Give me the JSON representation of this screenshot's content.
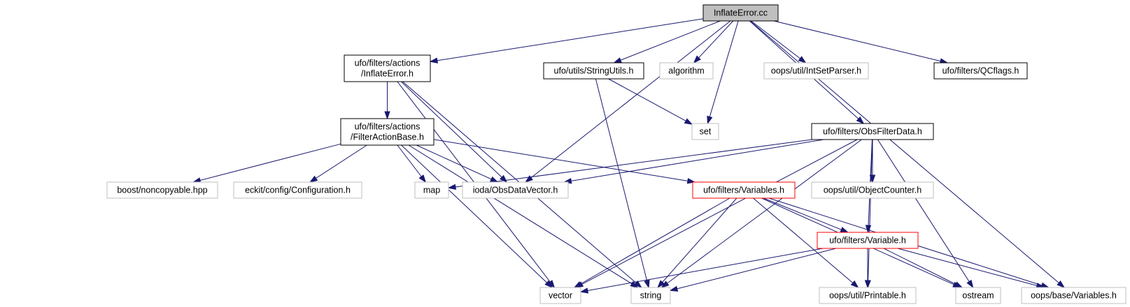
{
  "graph": {
    "title": "",
    "colors": {
      "edge": "#191970",
      "text": "#000000",
      "root_fill": "#bfbfbf",
      "border_main": "#000000",
      "border_ext": "#bfbfbf",
      "border_trunc": "#ff0000",
      "node_fill": "#ffffff"
    },
    "nodes": [
      {
        "id": "root",
        "lines": [
          "InflateError.cc"
        ],
        "style": "root"
      },
      {
        "id": "ie_h",
        "lines": [
          "ufo/filters/actions",
          "/InflateError.h"
        ],
        "style": "main"
      },
      {
        "id": "strutils",
        "lines": [
          "ufo/utils/StringUtils.h"
        ],
        "style": "main"
      },
      {
        "id": "algorithm",
        "lines": [
          "algorithm"
        ],
        "style": "ext"
      },
      {
        "id": "intset",
        "lines": [
          "oops/util/IntSetParser.h"
        ],
        "style": "ext"
      },
      {
        "id": "qcflags",
        "lines": [
          "ufo/filters/QCflags.h"
        ],
        "style": "main"
      },
      {
        "id": "fab",
        "lines": [
          "ufo/filters/actions",
          "/FilterActionBase.h"
        ],
        "style": "main"
      },
      {
        "id": "set",
        "lines": [
          "set"
        ],
        "style": "ext"
      },
      {
        "id": "obsfilter",
        "lines": [
          "ufo/filters/ObsFilterData.h"
        ],
        "style": "main"
      },
      {
        "id": "boost",
        "lines": [
          "boost/noncopyable.hpp"
        ],
        "style": "ext"
      },
      {
        "id": "eckit",
        "lines": [
          "eckit/config/Configuration.h"
        ],
        "style": "ext"
      },
      {
        "id": "map",
        "lines": [
          "map"
        ],
        "style": "ext"
      },
      {
        "id": "ioda",
        "lines": [
          "ioda/ObsDataVector.h"
        ],
        "style": "ext"
      },
      {
        "id": "variables",
        "lines": [
          "ufo/filters/Variables.h"
        ],
        "style": "trunc"
      },
      {
        "id": "objcounter",
        "lines": [
          "oops/util/ObjectCounter.h"
        ],
        "style": "ext"
      },
      {
        "id": "variable",
        "lines": [
          "ufo/filters/Variable.h"
        ],
        "style": "trunc"
      },
      {
        "id": "vector",
        "lines": [
          "vector"
        ],
        "style": "ext"
      },
      {
        "id": "string",
        "lines": [
          "string"
        ],
        "style": "ext"
      },
      {
        "id": "printable",
        "lines": [
          "oops/util/Printable.h"
        ],
        "style": "ext"
      },
      {
        "id": "ostream",
        "lines": [
          "ostream"
        ],
        "style": "ext"
      },
      {
        "id": "oopsvars",
        "lines": [
          "oops/base/Variables.h"
        ],
        "style": "ext"
      }
    ],
    "edges": [
      [
        "root",
        "ie_h"
      ],
      [
        "root",
        "ioda"
      ],
      [
        "root",
        "strutils"
      ],
      [
        "root",
        "algorithm"
      ],
      [
        "root",
        "set"
      ],
      [
        "root",
        "intset"
      ],
      [
        "root",
        "obsfilter"
      ],
      [
        "root",
        "qcflags"
      ],
      [
        "root",
        "oopsvars"
      ],
      [
        "ie_h",
        "fab"
      ],
      [
        "ie_h",
        "ioda"
      ],
      [
        "ie_h",
        "vector"
      ],
      [
        "ie_h",
        "string"
      ],
      [
        "strutils",
        "set"
      ],
      [
        "strutils",
        "string"
      ],
      [
        "fab",
        "boost"
      ],
      [
        "fab",
        "eckit"
      ],
      [
        "fab",
        "map"
      ],
      [
        "fab",
        "ioda"
      ],
      [
        "fab",
        "variables"
      ],
      [
        "fab",
        "vector"
      ],
      [
        "fab",
        "string"
      ],
      [
        "obsfilter",
        "map"
      ],
      [
        "obsfilter",
        "ioda"
      ],
      [
        "obsfilter",
        "objcounter"
      ],
      [
        "obsfilter",
        "variable"
      ],
      [
        "obsfilter",
        "vector"
      ],
      [
        "obsfilter",
        "string"
      ],
      [
        "obsfilter",
        "printable"
      ],
      [
        "obsfilter",
        "ostream"
      ],
      [
        "variables",
        "variable"
      ],
      [
        "variables",
        "vector"
      ],
      [
        "variables",
        "string"
      ],
      [
        "variables",
        "printable"
      ],
      [
        "variables",
        "ostream"
      ],
      [
        "variables",
        "oopsvars"
      ],
      [
        "variable",
        "vector"
      ],
      [
        "variable",
        "string"
      ],
      [
        "variable",
        "printable"
      ],
      [
        "variable",
        "ostream"
      ],
      [
        "variable",
        "oopsvars"
      ]
    ]
  }
}
